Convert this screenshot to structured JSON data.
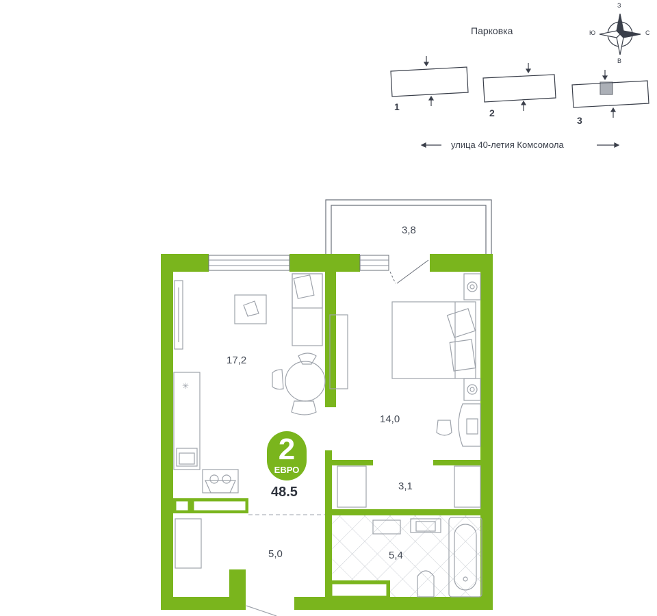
{
  "site_plan": {
    "parking_label": "Парковка",
    "street_label": "улица 40-летия Комсомола",
    "buildings": [
      "1",
      "2",
      "3"
    ],
    "selected_building": "3"
  },
  "compass": {
    "north": "З",
    "south": "В",
    "west": "Ю",
    "east": "С"
  },
  "apartment": {
    "rooms_count": "2",
    "type_label": "ЕВРО",
    "total_area": "48.5",
    "wall_color": "#7ab51d",
    "room_areas": {
      "balcony": "3,8",
      "living_kitchen": "17,2",
      "bedroom": "14,0",
      "wardrobe": "3,1",
      "hallway": "5,0",
      "bathroom": "5,4"
    }
  }
}
